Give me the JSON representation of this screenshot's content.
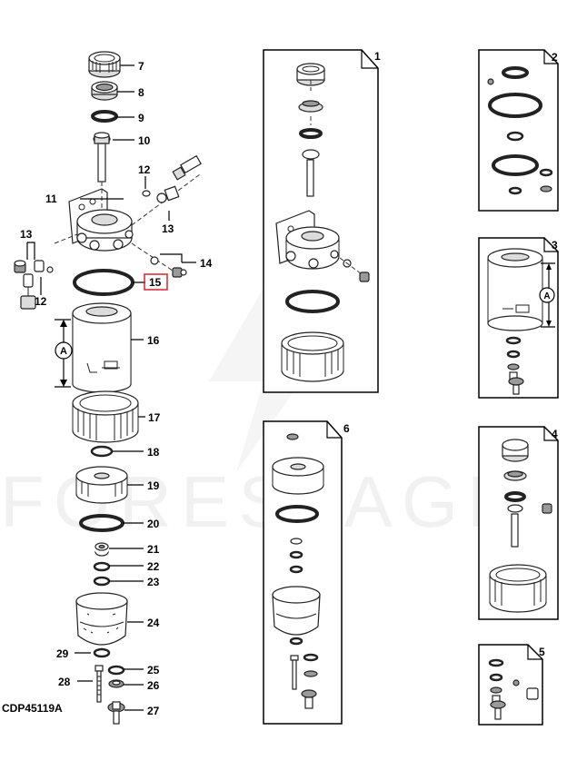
{
  "diagram_code": "CDP45119A",
  "watermark": "FORESTAGRI",
  "dimension_label": "A",
  "highlighted_callout": "15",
  "colors": {
    "highlight": "#d9232e",
    "line": "#222222"
  },
  "callouts": {
    "c7": "7",
    "c8": "8",
    "c9": "9",
    "c10": "10",
    "c11": "11",
    "c12a": "12",
    "c12b": "12",
    "c13a": "13",
    "c13b": "13",
    "c14": "14",
    "c15": "15",
    "c16": "16",
    "c17": "17",
    "c18": "18",
    "c19": "19",
    "c20": "20",
    "c21": "21",
    "c22": "22",
    "c23": "23",
    "c24": "24",
    "c25": "25",
    "c26": "26",
    "c27": "27",
    "c28": "28",
    "c29": "29"
  },
  "boxes": {
    "b1": "1",
    "b2": "2",
    "b3": "3",
    "b4": "4",
    "b5": "5",
    "b6": "6"
  }
}
